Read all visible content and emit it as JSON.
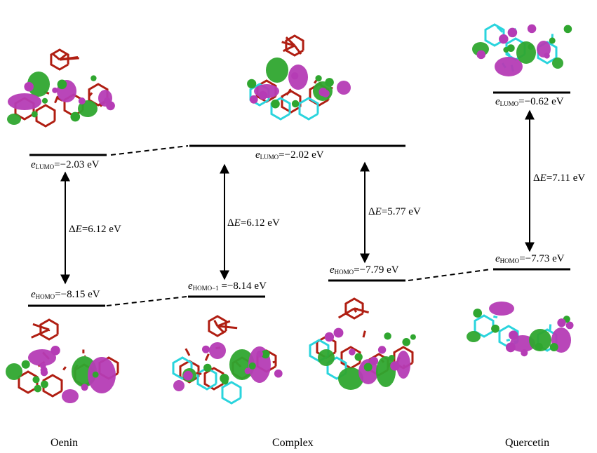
{
  "levels": {
    "oenin_lumo": {
      "sym": "e",
      "sub": "LUMO",
      "rest": "=−2.03 eV"
    },
    "oenin_homo": {
      "sym": "e",
      "sub": "HOMO",
      "rest": "=−8.15 eV"
    },
    "complex_lumo": {
      "sym": "e",
      "sub": "LUMO",
      "rest": "=−2.02 eV"
    },
    "complex_homo1": {
      "sym": "e",
      "sub": "HOMO−1",
      "rest": " =−8.14 eV"
    },
    "complex_homo": {
      "sym": "e",
      "sub": "HOMO",
      "rest": "=−7.79 eV"
    },
    "quercetin_lumo": {
      "sym": "e",
      "sub": "LUMO",
      "rest": "=−0.62 eV"
    },
    "quercetin_homo": {
      "sym": "e",
      "sub": "HOMO",
      "rest": "=−7.73 eV"
    }
  },
  "gaps": {
    "oenin": {
      "delta": "Δ",
      "E": "E",
      "value": "=6.12 eV"
    },
    "complex1": {
      "delta": "Δ",
      "E": "E",
      "value": "=6.12 eV"
    },
    "complex2": {
      "delta": "Δ",
      "E": "E",
      "value": "=5.77 eV"
    },
    "quercetin": {
      "delta": "Δ",
      "E": "E",
      "value": "=7.11 eV"
    }
  },
  "captions": {
    "oenin": "Oenin",
    "complex": "Complex",
    "quercetin": "Quercetin"
  },
  "colors": {
    "orbital_positive": "#2fa62f",
    "orbital_negative": "#b53cb5",
    "oenin_bonds": "#b01e12",
    "quercetin_bonds": "#2ad4dd",
    "level_line": "#000000"
  }
}
